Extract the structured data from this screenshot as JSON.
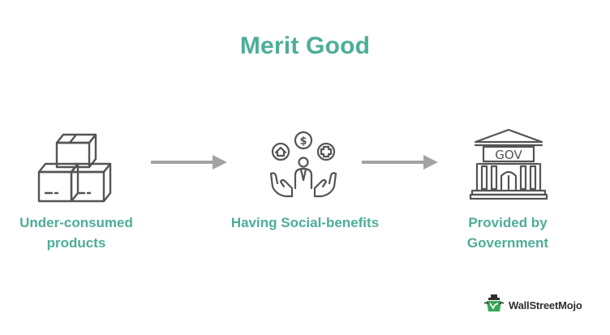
{
  "title": "Merit Good",
  "steps": [
    {
      "label_line1": "Under-consumed",
      "label_line2": "products",
      "icon": "boxes-icon"
    },
    {
      "label_line1": "Having Social-benefits",
      "label_line2": "",
      "icon": "social-benefits-icon"
    },
    {
      "label_line1": "Provided by",
      "label_line2": "Government",
      "icon": "government-building-icon"
    }
  ],
  "gov_sign": "GOV",
  "icon_coin_symbol": "$",
  "brand": {
    "name": "WallStreetMojo",
    "icon": "wallstreetmojo-logo-icon"
  },
  "colors": {
    "accent": "#4cae97",
    "icon_stroke": "#545454",
    "arrow": "#a3a3a3",
    "brand_green": "#3aa757"
  }
}
